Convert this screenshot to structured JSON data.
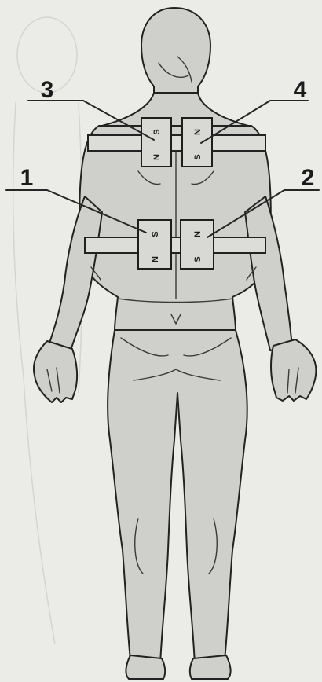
{
  "callouts": [
    {
      "id": "1",
      "label": "1"
    },
    {
      "id": "2",
      "label": "2"
    },
    {
      "id": "3",
      "label": "3"
    },
    {
      "id": "4",
      "label": "4"
    }
  ],
  "magnets": {
    "upper_left": {
      "top": "S",
      "bottom": "N"
    },
    "upper_right": {
      "top": "N",
      "bottom": "S"
    },
    "lower_left": {
      "top": "S",
      "bottom": "N"
    },
    "lower_right": {
      "top": "N",
      "bottom": "S"
    }
  },
  "colors": {
    "background": "#ebebe8",
    "body": "#cfcfcc",
    "ink": "#222222"
  }
}
